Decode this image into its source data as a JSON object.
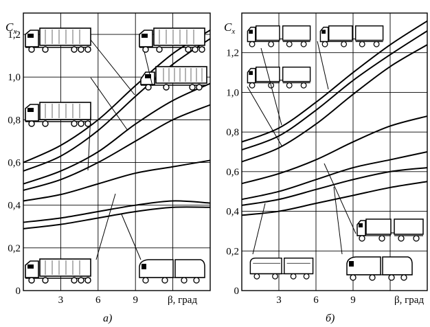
{
  "chart_data": [
    {
      "type": "line",
      "panel_label": "а)",
      "ylabel": "C",
      "ylabel_sub": "x",
      "xlabel": "β, град",
      "xlim": [
        0,
        15
      ],
      "ylim": [
        0,
        1.3
      ],
      "xticks": [
        3,
        6,
        9
      ],
      "yticks": [
        0,
        0.2,
        0.4,
        0.6,
        0.8,
        1.0,
        1.2
      ],
      "ytick_labels": [
        "0",
        "0,2",
        "0,4",
        "0,6",
        "0,8",
        "1,0",
        "1,2"
      ],
      "grid": true,
      "series": [
        {
          "x": [
            0,
            3,
            6,
            9,
            12,
            15
          ],
          "y": [
            0.6,
            0.68,
            0.8,
            0.96,
            1.11,
            1.22
          ]
        },
        {
          "x": [
            0,
            3,
            6,
            9,
            12,
            15
          ],
          "y": [
            0.56,
            0.63,
            0.75,
            0.91,
            1.06,
            1.18
          ]
        },
        {
          "x": [
            0,
            3,
            6,
            9,
            12,
            15
          ],
          "y": [
            0.5,
            0.56,
            0.65,
            0.78,
            0.89,
            0.97
          ]
        },
        {
          "x": [
            0,
            3,
            6,
            9,
            12,
            15
          ],
          "y": [
            0.47,
            0.52,
            0.6,
            0.7,
            0.8,
            0.87
          ]
        },
        {
          "x": [
            0,
            3,
            6,
            9,
            12,
            15
          ],
          "y": [
            0.42,
            0.45,
            0.5,
            0.55,
            0.58,
            0.61
          ]
        },
        {
          "x": [
            0,
            3,
            6,
            9,
            12,
            15
          ],
          "y": [
            0.32,
            0.34,
            0.37,
            0.4,
            0.42,
            0.41
          ]
        },
        {
          "x": [
            0,
            3,
            6,
            9,
            12,
            15
          ],
          "y": [
            0.29,
            0.31,
            0.34,
            0.37,
            0.39,
            0.39
          ]
        }
      ]
    },
    {
      "type": "line",
      "panel_label": "б)",
      "ylabel": "C",
      "ylabel_sub": "x",
      "xlabel": "β, град",
      "xlim": [
        0,
        15
      ],
      "ylim": [
        0,
        1.4
      ],
      "xticks": [
        3,
        6,
        9
      ],
      "yticks": [
        0,
        0.2,
        0.4,
        0.6,
        0.8,
        1.0,
        1.2
      ],
      "ytick_labels": [
        "0",
        "0,2",
        "0,4",
        "0,6",
        "0,8",
        "1,0",
        "1,2"
      ],
      "grid": true,
      "series": [
        {
          "x": [
            0,
            3,
            6,
            9,
            12,
            15
          ],
          "y": [
            0.75,
            0.82,
            0.95,
            1.1,
            1.24,
            1.36
          ]
        },
        {
          "x": [
            0,
            3,
            6,
            9,
            12,
            15
          ],
          "y": [
            0.71,
            0.78,
            0.91,
            1.06,
            1.19,
            1.31
          ]
        },
        {
          "x": [
            0,
            3,
            6,
            9,
            12,
            15
          ],
          "y": [
            0.65,
            0.72,
            0.84,
            0.99,
            1.13,
            1.24
          ]
        },
        {
          "x": [
            0,
            3,
            6,
            9,
            12,
            15
          ],
          "y": [
            0.54,
            0.59,
            0.66,
            0.75,
            0.83,
            0.88
          ]
        },
        {
          "x": [
            0,
            3,
            6,
            9,
            12,
            15
          ],
          "y": [
            0.46,
            0.5,
            0.56,
            0.62,
            0.66,
            0.7
          ]
        },
        {
          "x": [
            0,
            3,
            6,
            9,
            12,
            15
          ],
          "y": [
            0.43,
            0.46,
            0.51,
            0.56,
            0.6,
            0.62
          ]
        },
        {
          "x": [
            0,
            3,
            6,
            9,
            12,
            15
          ],
          "y": [
            0.38,
            0.4,
            0.44,
            0.48,
            0.52,
            0.55
          ]
        }
      ]
    }
  ],
  "icons": [
    "truck-icon",
    "tractor-trailer-icon",
    "road-train-icon",
    "bus-icon"
  ]
}
